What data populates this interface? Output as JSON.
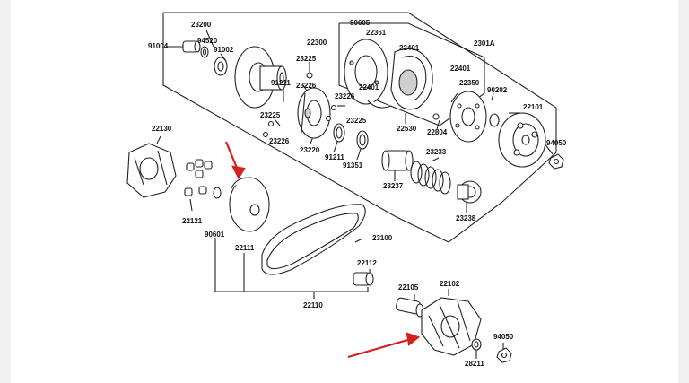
{
  "colors": {
    "line": "#222222",
    "arrow": "#d42020",
    "part_fill": "#ffffff",
    "shade": "#cfcfcf"
  },
  "labels": {
    "p23200": "23200",
    "p94520": "94520",
    "p91004": "91004",
    "p91002": "91002",
    "p90605": "90605",
    "p22361": "22361",
    "p22300": "22300",
    "p2301A": "2301A",
    "p22401a": "22401",
    "p22401b": "22401",
    "p22401c": "22401",
    "p23225a": "23225",
    "p91211a": "91211",
    "p23226a": "23226",
    "p23225b": "23225",
    "p23226b": "23226",
    "p23226c": "23226",
    "p23225c": "23225",
    "p22350": "22350",
    "p90202": "90202",
    "p22101": "22101",
    "p22530": "22530",
    "p22804": "22804",
    "p23220": "23220",
    "p91211b": "91211",
    "p91351": "91351",
    "p23233": "23233",
    "p23237": "23237",
    "p23238": "23238",
    "p94050a": "94050",
    "p22130": "22130",
    "p22121": "22121",
    "p90601": "90601",
    "p22111": "22111",
    "p23100": "23100",
    "p22112": "22112",
    "p22110": "22110",
    "p22105": "22105",
    "p22102": "22102",
    "p94050b": "94050",
    "p28211": "28211"
  }
}
